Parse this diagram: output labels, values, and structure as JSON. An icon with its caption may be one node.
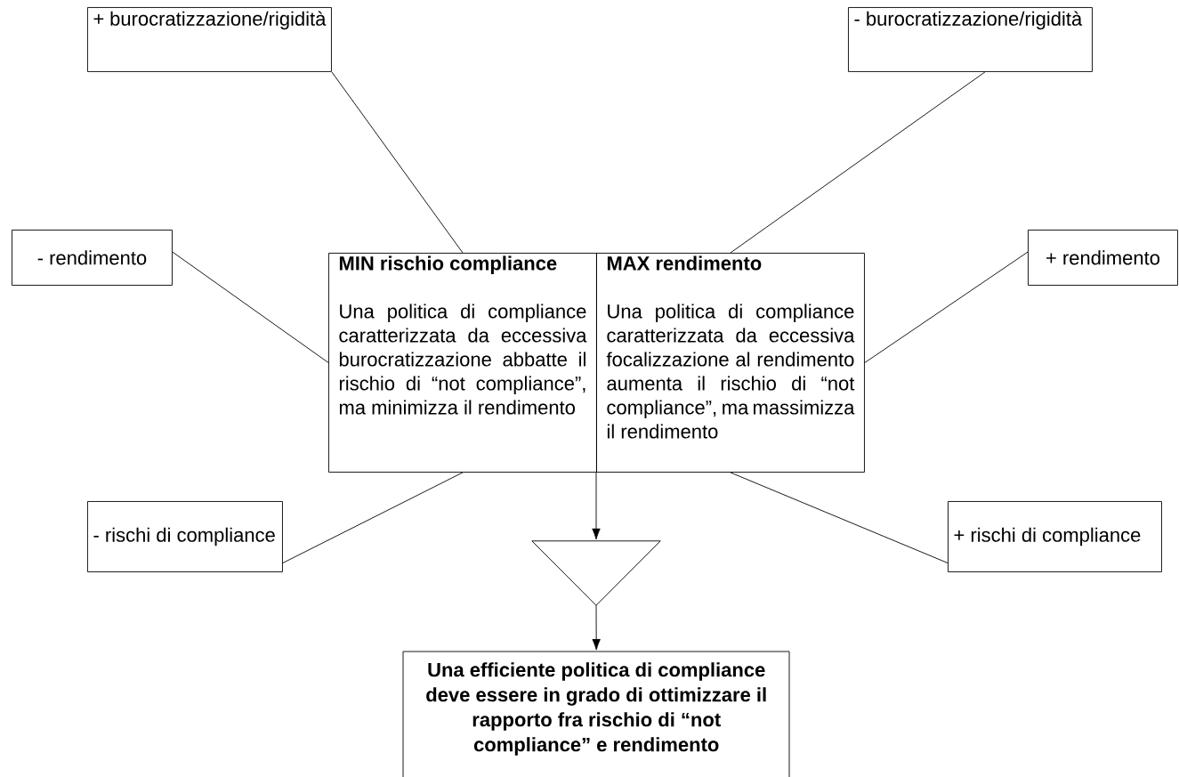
{
  "diagram": {
    "nodes": [
      {
        "text": [
          "+ burocratizzazione/rigidità"
        ]
      },
      {
        "text": [
          "- burocratizzazione/rigidità"
        ]
      },
      {
        "text": [
          "- rendimento"
        ]
      },
      {
        "text": [
          "+ rendimento"
        ]
      },
      {
        "text": [
          "MIN rischio compliance",
          "Una politica di compliance caratterizzata da eccessiva burocratizzazione abbatte il rischio di “not compliance”, ma minimizza il rendimento"
        ]
      },
      {
        "text": [
          "MAX rendimento",
          "Una politica di compliance caratterizzata da eccessiva focalizzazione al rendimento aumenta il rischio di “not compliance”, ma massimizza il rendimento"
        ]
      },
      {
        "text": [
          "- rischi di compliance"
        ]
      },
      {
        "text": [],
        "shape": "triangle"
      },
      {
        "text": [
          "+ rischi di compliance"
        ]
      },
      {
        "text": [
          "Una efficiente politica di compliance deve essere in grado di ottimizzare il rapporto fra rischio di “not compliance” e rendimento"
        ]
      }
    ],
    "edges": [
      {
        "from": 0,
        "to": 4,
        "arrow": "none"
      },
      {
        "from": 1,
        "to": 5,
        "arrow": "none"
      },
      {
        "from": 2,
        "to": 4,
        "arrow": "none"
      },
      {
        "from": 3,
        "to": 5,
        "arrow": "none"
      },
      {
        "from": 4,
        "to": 6,
        "arrow": "none"
      },
      {
        "from": 5,
        "to": 8,
        "arrow": "none"
      },
      {
        "from": 5,
        "to": 7,
        "arrow": "to"
      },
      {
        "from": 7,
        "to": 9,
        "arrow": "to"
      }
    ]
  }
}
